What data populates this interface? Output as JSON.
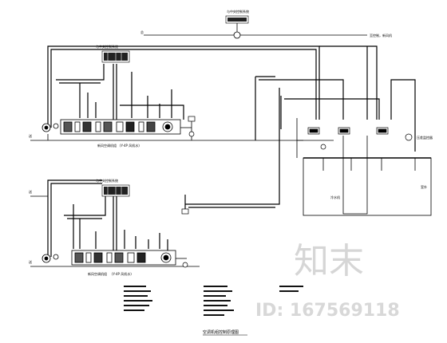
{
  "drawing": {
    "title": "空调机组控制原理图",
    "labels": {
      "top_controller": "与中央控制系统",
      "upper_controller": "与中央控制系统",
      "lower_controller": "与中央控制系统",
      "upper_unit_tag": "(Y-4P 风机水)",
      "lower_unit_tag": "(Y-4P 风机水)",
      "upper_unit_name": "新风空调机组",
      "lower_unit_name": "新风空调机组",
      "plant_room": "冷水机",
      "outdoor": "室外",
      "top_right_note": "至控制，新风机",
      "right_device": "压差监控器",
      "left_supply_top": "送",
      "left_supply_mid": "送",
      "left_supply_low": "送",
      "bus_start": "总"
    }
  },
  "watermark": {
    "brand": "知末",
    "id_text": "ID: 167569118"
  }
}
